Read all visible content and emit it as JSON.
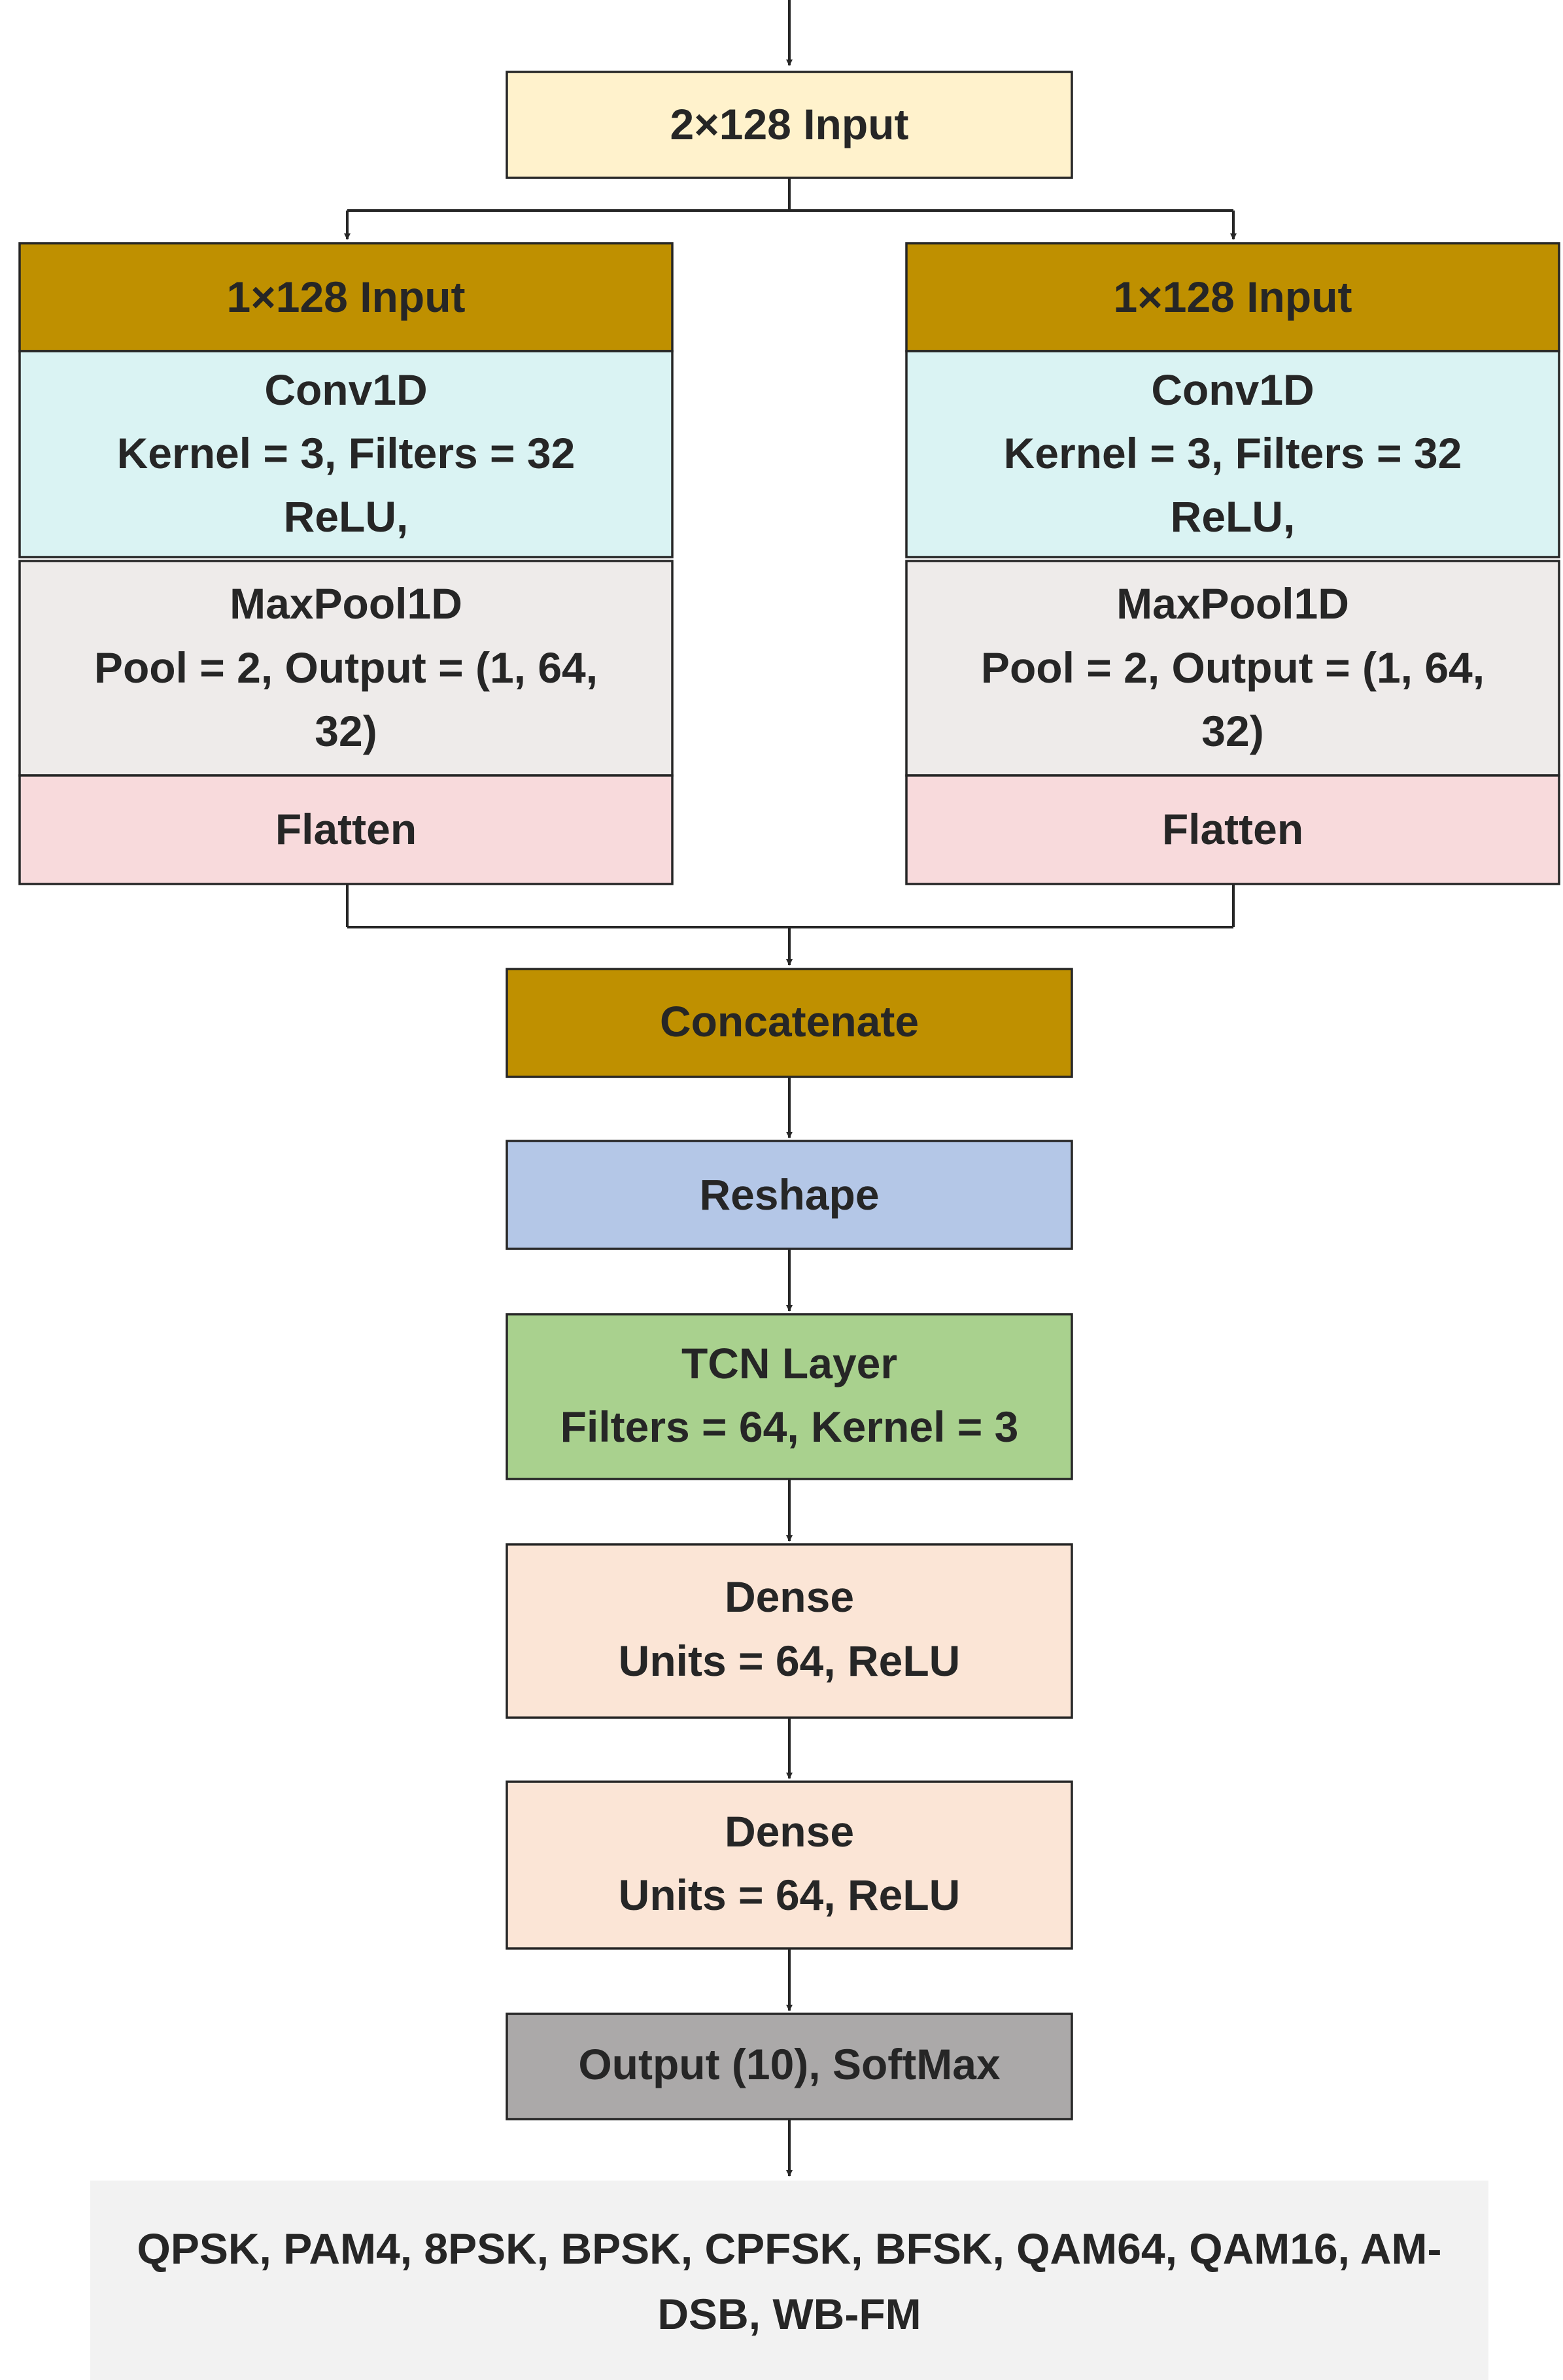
{
  "diagram": {
    "input": {
      "label": "2×128 Input",
      "color": "#FFF2CC"
    },
    "branches": [
      {
        "input_label": "1×128 Input",
        "conv": [
          "Conv1D",
          "Kernel = 3, Filters = 32",
          "ReLU,"
        ],
        "pool": [
          "MaxPool1D",
          "Pool = 2, Output = (1, 64,",
          "32)"
        ],
        "flatten": "Flatten"
      },
      {
        "input_label": "1×128 Input",
        "conv": [
          "Conv1D",
          "Kernel = 3, Filters = 32",
          "ReLU,"
        ],
        "pool": [
          "MaxPool1D",
          "Pool = 2, Output = (1, 64,",
          "32)"
        ],
        "flatten": "Flatten"
      }
    ],
    "concatenate": "Concatenate",
    "reshape": "Reshape",
    "tcn": [
      "TCN Layer",
      "Filters = 64, Kernel = 3"
    ],
    "dense1": [
      "Dense",
      "Units = 64, ReLU"
    ],
    "dense2": [
      "Dense",
      "Units = 64, ReLU"
    ],
    "output": "Output (10), SoftMax",
    "classes": [
      "QPSK, PAM4, 8PSK, BPSK, CPFSK, BFSK, QAM64, QAM16, AM-",
      "DSB, WB-FM"
    ],
    "colors": {
      "input": "#FFF2CC",
      "branch_input": "#BF9000",
      "conv": "#DAF3F3",
      "pool": "#EEEBEA",
      "flatten": "#F8DADC",
      "concatenate": "#BF9000",
      "reshape": "#B4C7E7",
      "tcn": "#A9D18E",
      "dense": "#FBE5D6",
      "output": "#ABA9A9",
      "classes_bg": "#F2F2F2",
      "stroke": "#262626"
    }
  }
}
